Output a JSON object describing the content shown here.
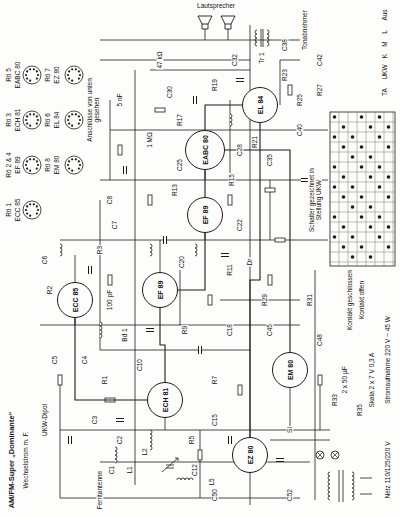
{
  "diagram": {
    "title": "AM/FM-Super „Dominante“",
    "nodes": [
      {
        "text": [
          "ECC 85"
        ]
      },
      {
        "text": [
          "ECH 81"
        ]
      },
      {
        "text": [
          "EF 89"
        ]
      },
      {
        "text": [
          "EF 89"
        ]
      },
      {
        "text": [
          "EABC 80"
        ]
      },
      {
        "text": [
          "EL 84"
        ]
      },
      {
        "text": [
          "EM 80"
        ]
      },
      {
        "text": [
          "EZ 80"
        ]
      }
    ],
    "edges": [
      {
        "from": 0,
        "to": 1,
        "arrow": "none"
      },
      {
        "from": 1,
        "to": 2,
        "arrow": "none"
      },
      {
        "from": 2,
        "to": 3,
        "arrow": "none"
      },
      {
        "from": 3,
        "to": 4,
        "arrow": "none"
      },
      {
        "from": 4,
        "to": 5,
        "arrow": "none"
      },
      {
        "from": 4,
        "to": 6,
        "arrow": "none"
      },
      {
        "from": 7,
        "to": 5,
        "arrow": "none"
      }
    ],
    "labels": [
      "Rö 5",
      "EABC 80",
      "Rö 3",
      "ECH 81",
      "Rö 2 & 4",
      "EF 89",
      "Rö 1",
      "ECC 85",
      "Rö 7",
      "EZ 80",
      "Rö 6",
      "EL 84",
      "Rö 8",
      "EM 80",
      "Anschlüsse von unten gesehen",
      "Wechselstrom m. F.",
      "UKW-Dipol",
      "Ferritantenne",
      "Lautsprecher",
      "Tonabnehmer",
      "Aus",
      "L",
      "M",
      "K",
      "UKW",
      "TA",
      "Kontakt geschlossen",
      "Kontakt offen",
      "Schalter gezeichnet in Stellung UKW",
      "Skala 2 x 7 V 0,3 A",
      "Stromaufnahme 220 V ~ 45 W",
      "Netz 110/125/220 V",
      "C1",
      "C2",
      "C3",
      "L1",
      "L2",
      "R1",
      "C4",
      "C5",
      "R2",
      "C6",
      "R3",
      "C7",
      "C8",
      "Bd 1",
      "C10",
      "R5",
      "C12",
      "L5",
      "C15",
      "R7",
      "R9",
      "C18",
      "C20",
      "R11",
      "C22",
      "R13",
      "C25",
      "R15",
      "C28",
      "R17",
      "C30",
      "R19",
      "C32",
      "R21",
      "C35",
      "R23",
      "C38",
      "Tr 1",
      "R25",
      "C40",
      "R27",
      "C42",
      "Dr",
      "R29",
      "C45",
      "R31",
      "C48",
      "R33",
      "Si",
      "R35",
      "C50",
      "C52",
      "1 MΩ",
      "47 kΩ",
      "5 nF",
      "100 pF",
      "2 x 50 µF"
    ]
  }
}
